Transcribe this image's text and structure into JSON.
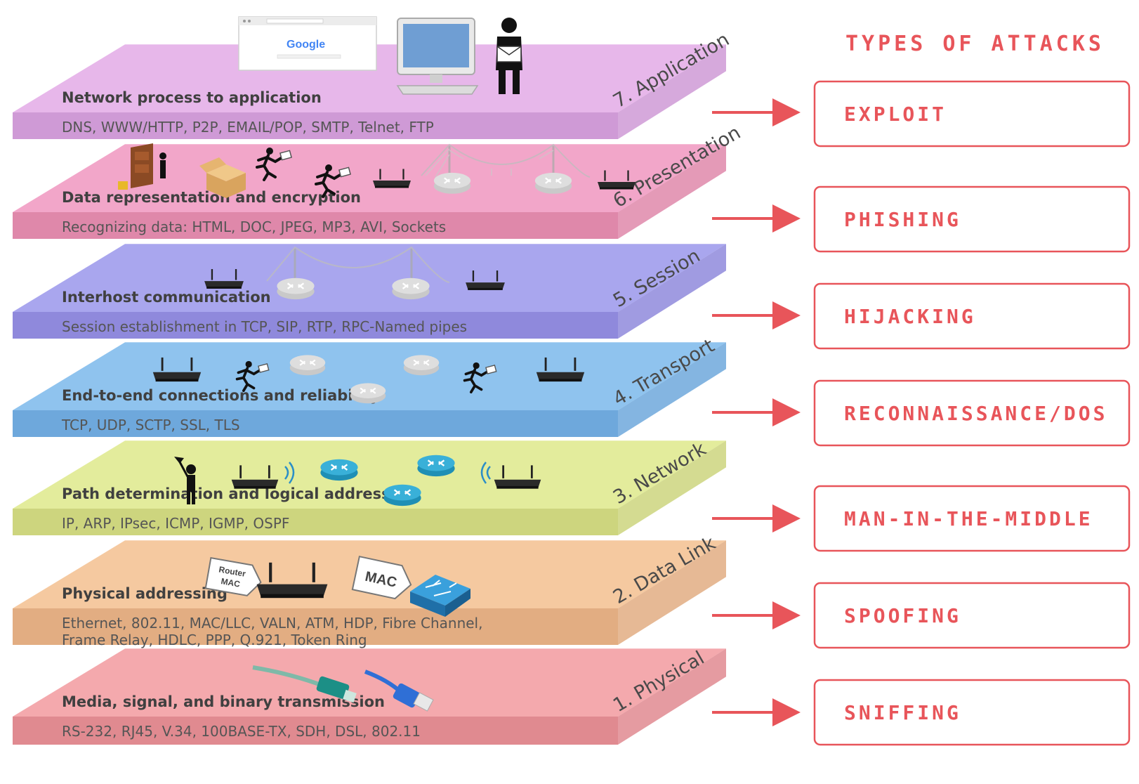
{
  "attacks_heading": "TYPES OF ATTACKS",
  "colors": {
    "attack": "#e8555a",
    "layer_top": [
      "#e7b7ea",
      "#f2a6c9",
      "#a9a6ee",
      "#8fc3ee",
      "#e3ec9c",
      "#f5c9a0",
      "#f4a9ad"
    ],
    "layer_front": [
      "#cf9ad6",
      "#df88aa",
      "#8f89dc",
      "#6ea8dc",
      "#cdd57e",
      "#e2ad82",
      "#e08a90"
    ]
  },
  "layers": [
    {
      "name": "7. Application",
      "title": "Network process to application",
      "protocols": [
        "DNS, WWW/HTTP, P2P, EMAIL/POP, SMTP, Telnet, FTP"
      ],
      "attack": "EXPLOIT"
    },
    {
      "name": "6. Presentation",
      "title": "Data representation and encryption",
      "protocols": [
        "Recognizing data: HTML, DOC, JPEG, MP3, AVI, Sockets"
      ],
      "attack": "PHISHING"
    },
    {
      "name": "5. Session",
      "title": "Interhost communication",
      "protocols": [
        "Session establishment in TCP, SIP, RTP, RPC-Named pipes"
      ],
      "attack": "HIJACKING"
    },
    {
      "name": "4. Transport",
      "title": "End-to-end connections and reliability",
      "protocols": [
        "TCP, UDP, SCTP, SSL, TLS"
      ],
      "attack": "RECONNAISSANCE/DOS"
    },
    {
      "name": "3. Network",
      "title": "Path determination and logical addressing",
      "protocols": [
        "IP, ARP, IPsec, ICMP, IGMP, OSPF"
      ],
      "attack": "MAN-IN-THE-MIDDLE"
    },
    {
      "name": "2. Data Link",
      "title": "Physical addressing",
      "protocols": [
        "Ethernet, 802.11, MAC/LLC, VALN, ATM, HDP, Fibre Channel,",
        "Frame Relay, HDLC,  PPP, Q.921, Token Ring"
      ],
      "attack": "SPOOFING"
    },
    {
      "name": "1. Physical",
      "title": "Media, signal, and binary transmission",
      "protocols": [
        "RS-232, RJ45, V.34, 100BASE-TX, SDH, DSL, 802.11"
      ],
      "attack": "SNIFFING"
    }
  ],
  "illustrations": {
    "browser_logo": "Google",
    "router_tag": [
      "Router",
      "MAC"
    ],
    "mac_tag": "MAC",
    "icons": [
      "browser-window-icon",
      "desktop-computer-icon",
      "person-with-envelope-icon",
      "filing-cabinet-icon",
      "open-box-icon",
      "running-courier-icon",
      "router-icon",
      "bridge-icon",
      "wifi-signal-icon",
      "switch-icon",
      "fiber-cable-icon",
      "ethernet-cable-icon"
    ]
  }
}
